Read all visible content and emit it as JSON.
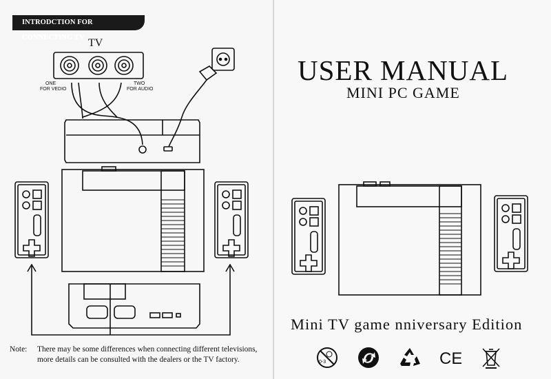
{
  "left_page": {
    "header_tab": "INTRODCTION FOR CONNECTING TV",
    "tv_label": "TV",
    "port_one_label_1": "ONE",
    "port_one_label_2": "FOR VEDIO",
    "port_two_label_1": "TWO",
    "port_two_label_2": "FOR AUDIO",
    "note_key": "Note:",
    "note_text": "There may be some differences when connecting different televisions, more details can be consulted with the dealers or the TV factory."
  },
  "right_page": {
    "title": "USER MANUAL",
    "subtitle": "MINI PC GAME",
    "edition": "Mini TV game nniversary Edition",
    "ce_mark": "CE",
    "age_mark": "0-3"
  },
  "icons": [
    "no-under-3-icon",
    "recycle-arrow-icon",
    "recycle-triangle-icon",
    "ce-mark-icon",
    "weee-bin-icon"
  ]
}
